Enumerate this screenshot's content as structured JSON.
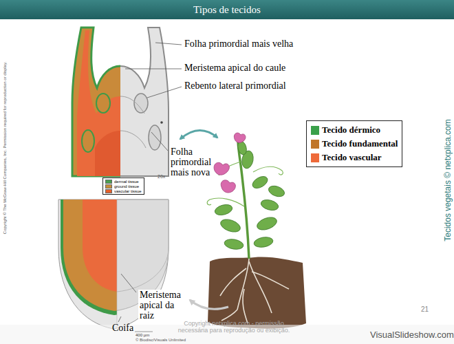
{
  "diagram": {
    "title": "Tipos de tecidos",
    "labels": [
      "Folha primordial mais velha",
      "Meristema apical do caule",
      "Rebento lateral primordial",
      "Folha primordial mais nova",
      "20x",
      "Meristema apical da raiz",
      "Coifa",
      "400 µm",
      "© Biodisc/Visuals Unlimited",
      "Copyright © The McGraw-Hill Companies, Inc. Permission required for reproduction or display.",
      "Tecidos vegetais © netxplica.com",
      "Copyright netxplica.com - permissão necessária para reprodução ou exibição.",
      "21",
      "VisualSlideshow.com"
    ],
    "legend": [
      {
        "text": "dermal tissue",
        "color": "#4aa050"
      },
      {
        "text": "ground tissue",
        "color": "#c8903a"
      },
      {
        "text": "vascular tissue",
        "color": "#e8602a"
      },
      {
        "text": "Tecido dérmico",
        "color": "#3aa04a"
      },
      {
        "text": "Tecido fundamental",
        "color": "#c0762a"
      },
      {
        "text": "Tecido vascular",
        "color": "#ee6a3a"
      }
    ]
  }
}
